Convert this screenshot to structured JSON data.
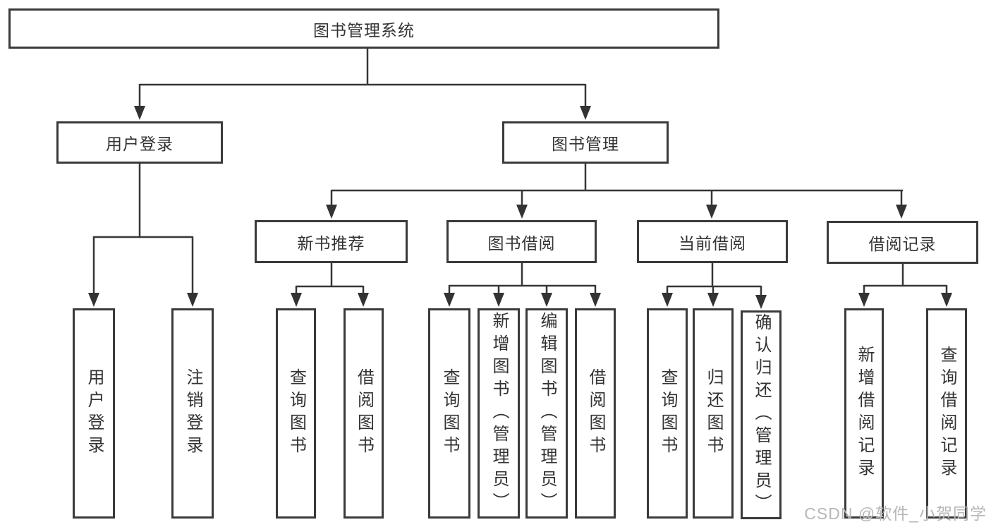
{
  "tree": {
    "root": {
      "label": "图书管理系统"
    },
    "branches": [
      {
        "label": "用户登录",
        "children": [
          {
            "label": "用户登录"
          },
          {
            "label": "注销登录"
          }
        ]
      },
      {
        "label": "图书管理",
        "children": [
          {
            "label": "新书推荐",
            "children": [
              {
                "label": "查询图书"
              },
              {
                "label": "借阅图书"
              }
            ]
          },
          {
            "label": "图书借阅",
            "children": [
              {
                "label": "查询图书"
              },
              {
                "label": "新增图书（管理员）"
              },
              {
                "label": "编辑图书（管理员）"
              },
              {
                "label": "借阅图书"
              }
            ]
          },
          {
            "label": "当前借阅",
            "children": [
              {
                "label": "查询图书"
              },
              {
                "label": "归还图书"
              },
              {
                "label": "确认归还（管理员）"
              }
            ]
          },
          {
            "label": "借阅记录",
            "children": [
              {
                "label": "新增借阅记录"
              },
              {
                "label": "查询借阅记录"
              }
            ]
          }
        ]
      }
    ]
  },
  "watermark": {
    "text": "CSDN @软件_小贺同学"
  },
  "colors": {
    "line": "#363636",
    "border": "#3a3a3a",
    "text": "#333333",
    "watermark": "#b7b7b7",
    "background": "#ffffff"
  }
}
